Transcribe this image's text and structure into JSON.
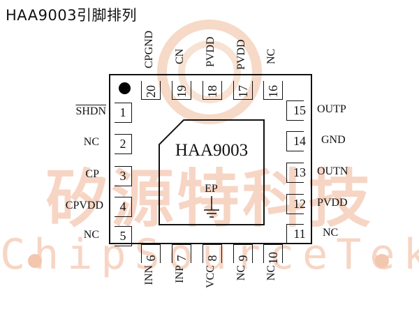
{
  "title": "HAA9003引脚排列",
  "chip": {
    "name": "HAA9003",
    "exposed_pad_label": "EP"
  },
  "watermark": {
    "cn": "矽源特科技",
    "en": "ChipSourceTek"
  },
  "pins_left": [
    {
      "num": "1",
      "name": "SHDN"
    },
    {
      "num": "2",
      "name": "NC"
    },
    {
      "num": "3",
      "name": "CP"
    },
    {
      "num": "4",
      "name": "CPVDD"
    },
    {
      "num": "5",
      "name": "NC"
    }
  ],
  "pins_bottom": [
    {
      "num": "6",
      "name": "INN"
    },
    {
      "num": "7",
      "name": "INP"
    },
    {
      "num": "8",
      "name": "VCC"
    },
    {
      "num": "9",
      "name": "NC"
    },
    {
      "num": "10",
      "name": "NC"
    }
  ],
  "pins_right": [
    {
      "num": "11",
      "name": "NC"
    },
    {
      "num": "12",
      "name": "PVDD"
    },
    {
      "num": "13",
      "name": "OUTN"
    },
    {
      "num": "14",
      "name": "GND"
    },
    {
      "num": "15",
      "name": "OUTP"
    }
  ],
  "pins_top": [
    {
      "num": "16",
      "name": "NC"
    },
    {
      "num": "17",
      "name": "PVDD"
    },
    {
      "num": "18",
      "name": "PVDD"
    },
    {
      "num": "19",
      "name": "CN"
    },
    {
      "num": "20",
      "name": "CPGND"
    }
  ]
}
